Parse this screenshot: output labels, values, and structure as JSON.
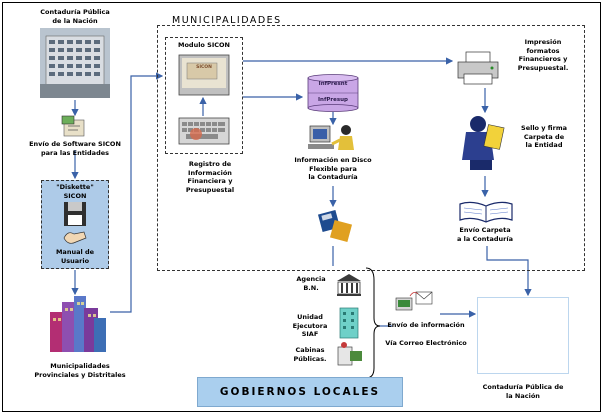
{
  "labels": {
    "contaduria_top": "Contaduría Pública\nde la Nación",
    "municipalidades_title": "MUNICIPALIDADES",
    "envio_software": "Envío de Software SICON\npara las Entidades",
    "disk_title": "\"Diskette\"\nSICON",
    "manual": "Manual de\nUsuario",
    "municipalidades_bottom": "Municipalidades\nProvinciales y Distritales",
    "modulo_sicon": "Modulo SICON",
    "sicon_screen": "SICON",
    "registro": "Registro de\nInformación\nFinanciera y\nPresupuestal",
    "inf_present": "InfPresnt",
    "inf_presup": "InfPresup",
    "info_disco": "Información en Disco\nFlexible para\nla Contaduría",
    "impresion": "Impresión\nformatos\nFinancieros y\nPresupuestal.",
    "sello": "Sello y firma\nCarpeta de\nla Entidad",
    "envio_carpeta": "Envío Carpeta\na la Contaduría",
    "agencia": "Agencia\nB.N.",
    "unidad": "Unidad\nEjecutora\nSIAF",
    "cabinas": "Cabinas\nPúblicas.",
    "envio_info": "Envío de información",
    "via_correo": "Vía Correo Electrónico",
    "gobiernos": "GOBIERNOS LOCALES",
    "contaduria_bottom": "Contaduría Pública de\nla Nación"
  },
  "colors": {
    "banner": "#aacfee",
    "disk_box": "#aecbe8",
    "line": "#3a62a8",
    "db": "#c9a6e6"
  },
  "icons": {
    "building": "office-building-icon",
    "software": "software-package-icon",
    "diskette": "diskette-icon",
    "manual": "hand-manual-icon",
    "city": "city-buildings-icon",
    "computer": "computer-icon",
    "keyboard": "keyboard-icon",
    "database": "database-icon",
    "worker": "person-at-computer-icon",
    "disks": "floppy-disks-icon",
    "printer": "printer-icon",
    "stamp": "stamp-icon",
    "book": "open-book-icon",
    "bank": "bank-icon",
    "office": "office-tower-icon",
    "cabin": "public-booth-icon",
    "email": "email-transfer-icon"
  }
}
